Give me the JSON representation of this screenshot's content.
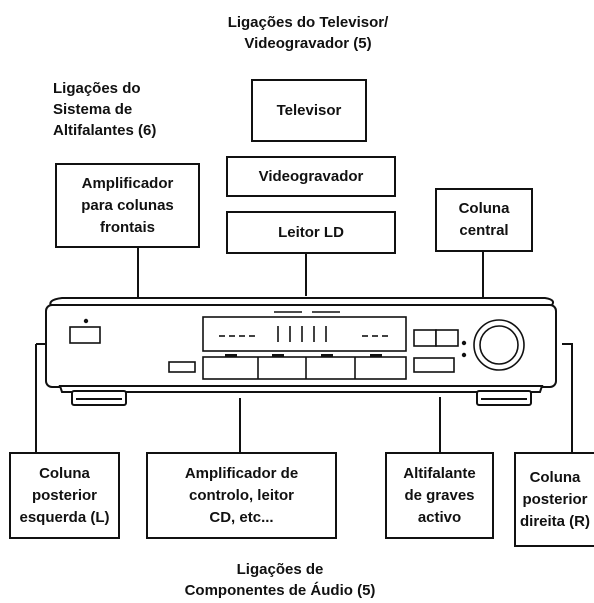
{
  "headings": {
    "tv_vcr": "Ligações do Televisor/\nVideogravador (5)",
    "speakers": "Ligações do\nSistema de\nAltifalantes (6)",
    "audio": "Ligações de\nComponentes de Áudio (5)"
  },
  "boxes": {
    "televisor": "Televisor",
    "videogravador": "Videogravador",
    "leitor_ld": "Leitor LD",
    "amp_frontais": "Amplificador\npara colunas\nfrontais",
    "coluna_central": "Coluna\ncentral",
    "posterior_esquerda": "Coluna\nposterior\nesquerda (L)",
    "amp_controlo": "Amplificador de\ncontrolo, leitor\nCD, etc...",
    "subwoofer": "Altifalante\nde graves\nactivo",
    "posterior_direita": "Coluna\nposterior\ndireita (R)"
  }
}
